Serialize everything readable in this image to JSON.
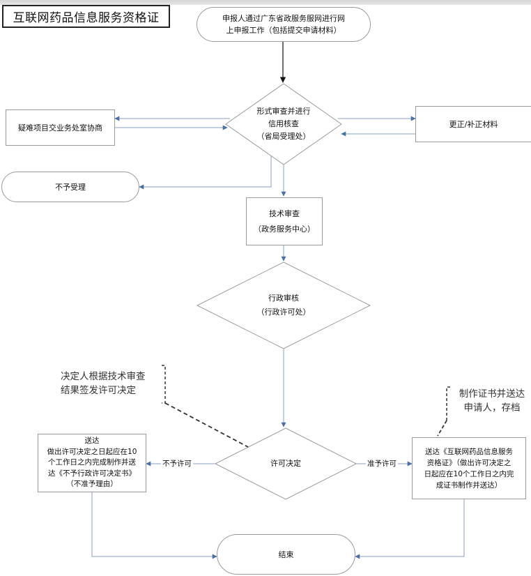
{
  "title": "互联网药品信息服务资格证",
  "nodes": {
    "start": [
      "申报人通过广东省政服务服网进行网",
      "上申报工作（包括提交申请材料）"
    ],
    "formal_review": [
      "形式审查并进行",
      "信用核查",
      "（省局受理处）"
    ],
    "consult": "疑难项目交业务处室协商",
    "correction": "更正/补正材料",
    "reject": "不予受理",
    "tech_review": [
      "技术审查",
      "（政务服务中心）"
    ],
    "admin_review": [
      "行政审核",
      "（行政许可处）"
    ],
    "decision": "许可决定",
    "deny_deliver": [
      "送达",
      "做出许可决定之日起应在10",
      "个工作日之内完成制作并送",
      "达《不予行政许可决定书》",
      "（不准予理由）"
    ],
    "grant_deliver": [
      "送达《互联网药品信息服务",
      "资格证》（做出许可决定之",
      "日起应在10个工作日之内完",
      "成证书制作并送达）"
    ],
    "end": "结束"
  },
  "edge_labels": {
    "deny": "不予许可",
    "grant": "准予许可"
  },
  "notes": {
    "decision_maker": [
      "决定人根据技术审查",
      "结果签发许可决定"
    ],
    "certificate": [
      "制作证书并送达",
      "申请人，存档"
    ]
  }
}
